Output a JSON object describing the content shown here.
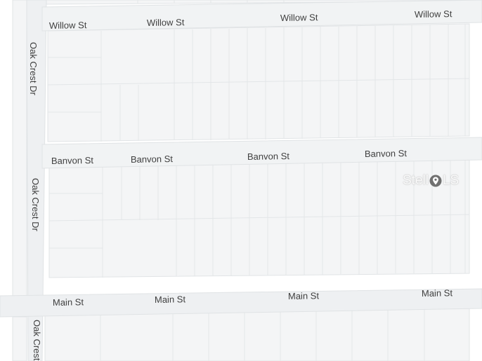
{
  "streets": {
    "willow": "Willow St",
    "banvon": "Banvon St",
    "main": "Main St",
    "oak_crest": "Oak Crest Dr",
    "oak_crest_partial": "Oak Crest"
  },
  "watermark": {
    "prefix": "Stell",
    "suffix": "LS",
    "icon": "map-pin-icon"
  },
  "colors": {
    "background": "#ffffff",
    "road": "#f1f3f4",
    "block": "#f4f5f6",
    "lot_line": "#e3e6e8"
  }
}
